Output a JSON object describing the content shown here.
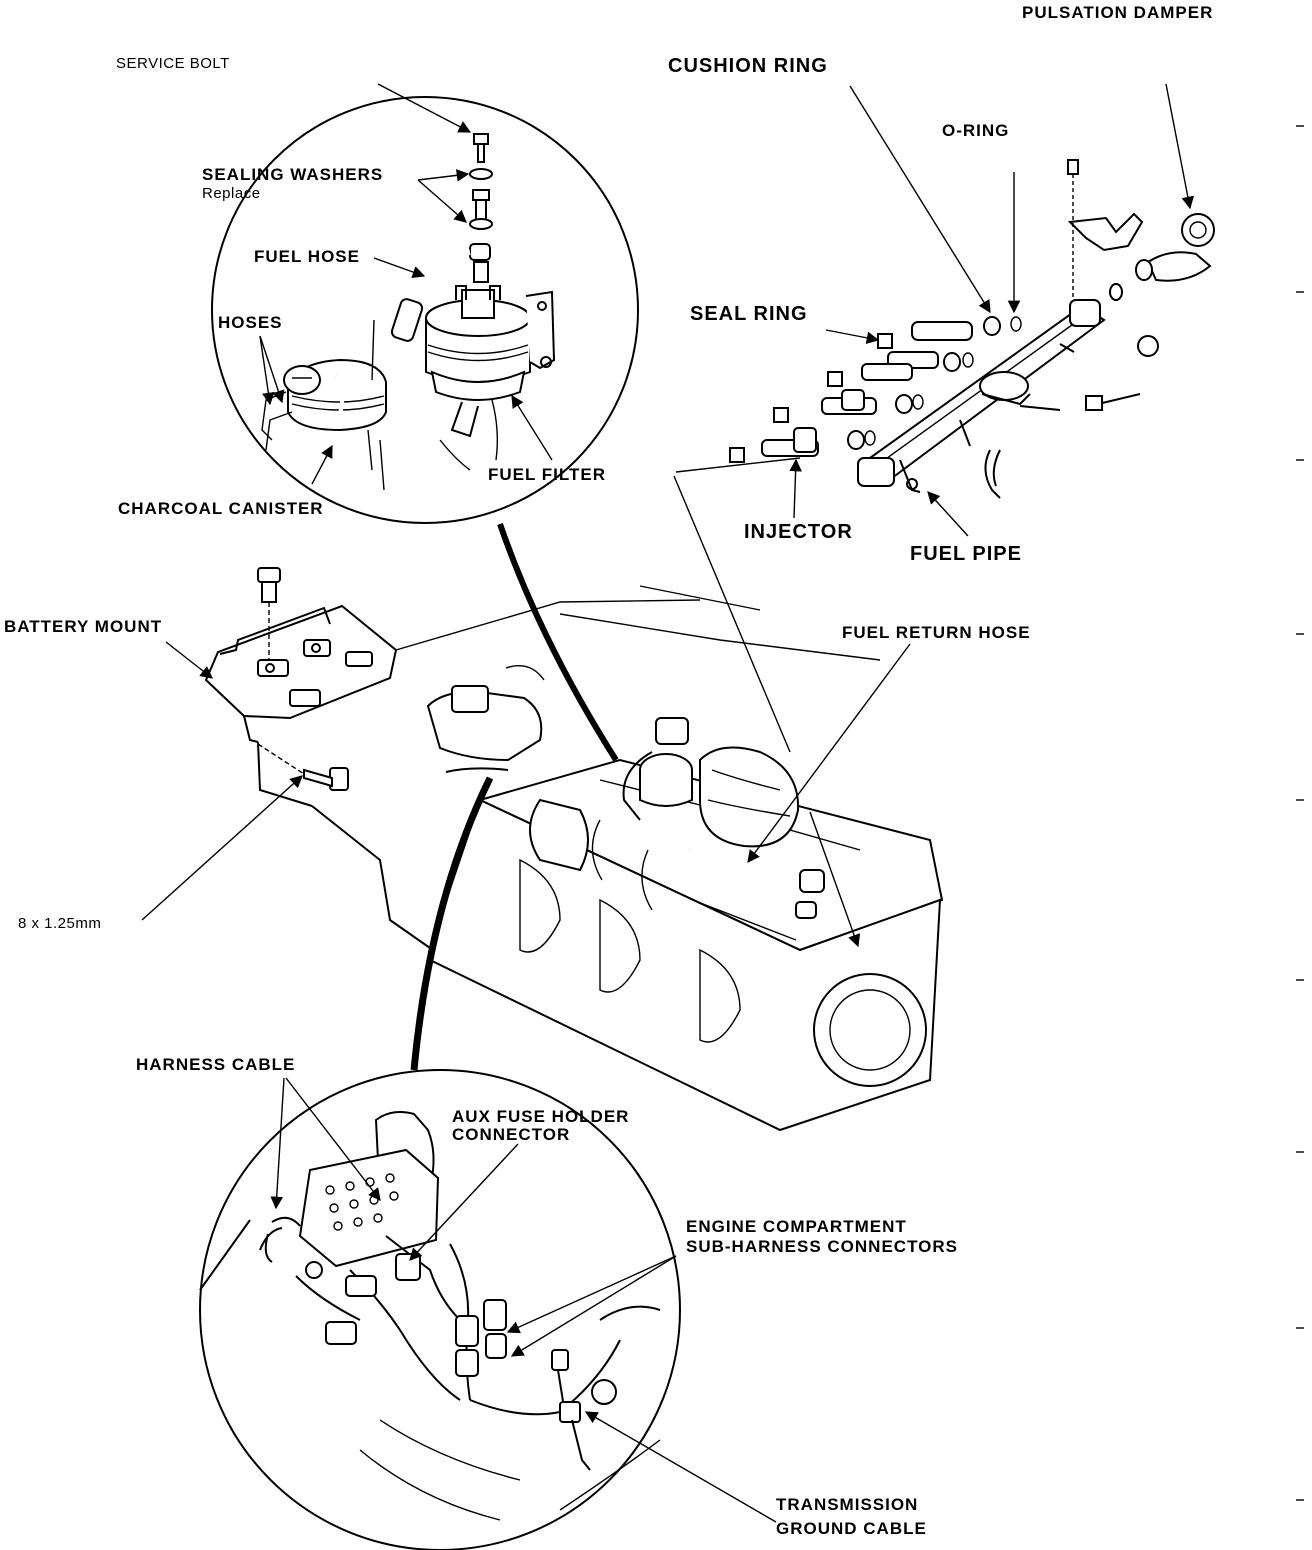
{
  "labels": {
    "pulsation_damper": "PULSATION DAMPER",
    "service_bolt": "SERVICE BOLT",
    "cushion_ring": "CUSHION RING",
    "o_ring": "O-RING",
    "sealing_washers": "SEALING WASHERS",
    "sealing_washers_note": "Replace",
    "fuel_hose": "FUEL HOSE",
    "hoses": "HOSES",
    "seal_ring": "SEAL RING",
    "fuel_filter": "FUEL FILTER",
    "charcoal_canister": "CHARCOAL CANISTER",
    "injector": "INJECTOR",
    "fuel_pipe": "FUEL PIPE",
    "battery_mount": "BATTERY MOUNT",
    "fuel_return_hose": "FUEL RETURN HOSE",
    "bolt_size": "8 x 1.25mm",
    "harness_cable": "HARNESS CABLE",
    "aux_fuse_holder_line1": "AUX FUSE HOLDER",
    "aux_fuse_holder_line2": "CONNECTOR",
    "engine_compartment_line1": "ENGINE COMPARTMENT",
    "engine_compartment_line2": "SUB-HARNESS CONNECTORS",
    "transmission_ground_line1": "TRANSMISSION",
    "transmission_ground_line2": "GROUND CABLE"
  }
}
